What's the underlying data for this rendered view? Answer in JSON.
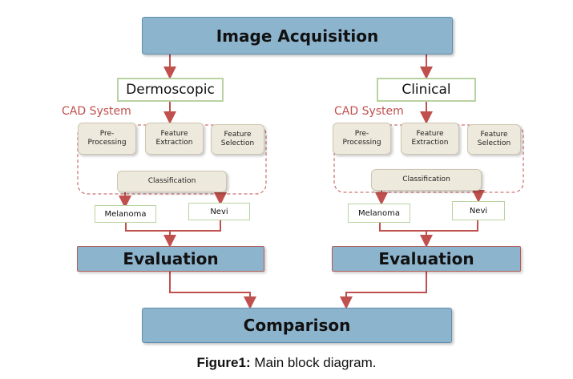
{
  "diagram": {
    "top": "Image Acquisition",
    "left": {
      "source": "Dermoscopic",
      "cad": "CAD System",
      "pre": "Pre-\nProcessing",
      "feat_ext": "Feature\nExtraction",
      "feat_sel": "Feature\nSelection",
      "classification": "Classification",
      "melanoma": "Melanoma",
      "nevi": "Nevi",
      "evaluation": "Evaluation"
    },
    "right": {
      "source": "Clinical",
      "cad": "CAD System",
      "pre": "Pre-\nProcessing",
      "feat_ext": "Feature\nExtraction",
      "feat_sel": "Feature\nSelection",
      "classification": "Classification",
      "melanoma": "Melanoma",
      "nevi": "Nevi",
      "evaluation": "Evaluation"
    },
    "bottom": "Comparison"
  },
  "caption": {
    "label": "Figure1:",
    "text": " Main block diagram."
  },
  "colors": {
    "blue_fill": "#8db4cd",
    "arrow": "#c0504d",
    "green_border": "#b9d3a0",
    "cad_text": "#c0504d"
  }
}
